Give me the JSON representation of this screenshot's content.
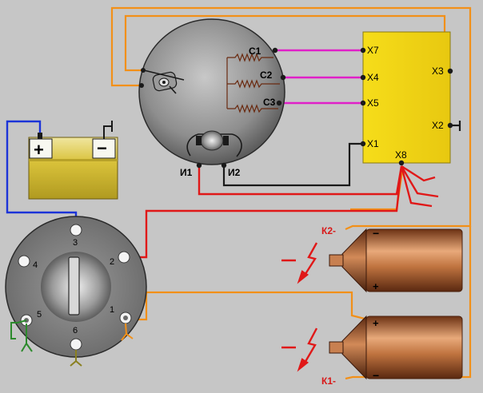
{
  "colors": {
    "background": "#c6c6c6",
    "orange_wire": "#f29018",
    "magenta_wire": "#e020c8",
    "red_wire": "#e01818",
    "blue_wire": "#1c34d8",
    "black_wire": "#1a1a1a",
    "block_yellow": "#f6dd1a",
    "battery_body": "#d9c23a",
    "coil_copper": "#b86a3a"
  },
  "generator": {
    "terminals": {
      "c1": "C1",
      "c2": "C2",
      "c3": "C3",
      "i1": "И1",
      "i2": "И2"
    }
  },
  "block": {
    "terminals": {
      "x7": "X7",
      "x4": "X4",
      "x5": "X5",
      "x1": "X1",
      "x3": "X3",
      "x2": "X2",
      "x8": "X8"
    }
  },
  "battery": {
    "plus": "+",
    "minus": "−"
  },
  "switch": {
    "positions": [
      "1",
      "2",
      "3",
      "4",
      "5",
      "6"
    ]
  },
  "coils": {
    "k2": "К2-",
    "k1": "К1-",
    "plus": "+",
    "minus": "−"
  },
  "icons": [
    "spark-arrow-icon",
    "ground-icon"
  ]
}
